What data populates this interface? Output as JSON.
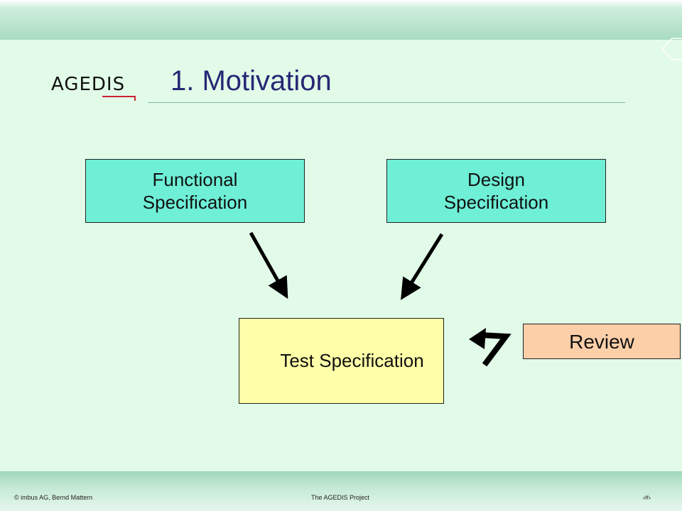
{
  "slide": {
    "logo": "AGEDIS",
    "title": "1.  Motivation"
  },
  "diagram": {
    "nodes": {
      "functional_spec": "Functional\nSpecification",
      "design_spec": "Design\nSpecification",
      "test_spec": "Test Specification",
      "review": "Review"
    },
    "edges": [
      {
        "from": "functional_spec",
        "to": "test_spec"
      },
      {
        "from": "design_spec",
        "to": "test_spec"
      },
      {
        "from": "review",
        "to": "test_spec"
      }
    ]
  },
  "footer": {
    "left": "©  imbus AG, Bernd Mattern",
    "center": "The AGEDIS Project",
    "page": "‹#›"
  },
  "colors": {
    "background": "#e2fbe8",
    "title": "#272775",
    "spec_box": "#6eefd6",
    "test_box": "#feffa8",
    "review_box": "#fccfa8"
  }
}
